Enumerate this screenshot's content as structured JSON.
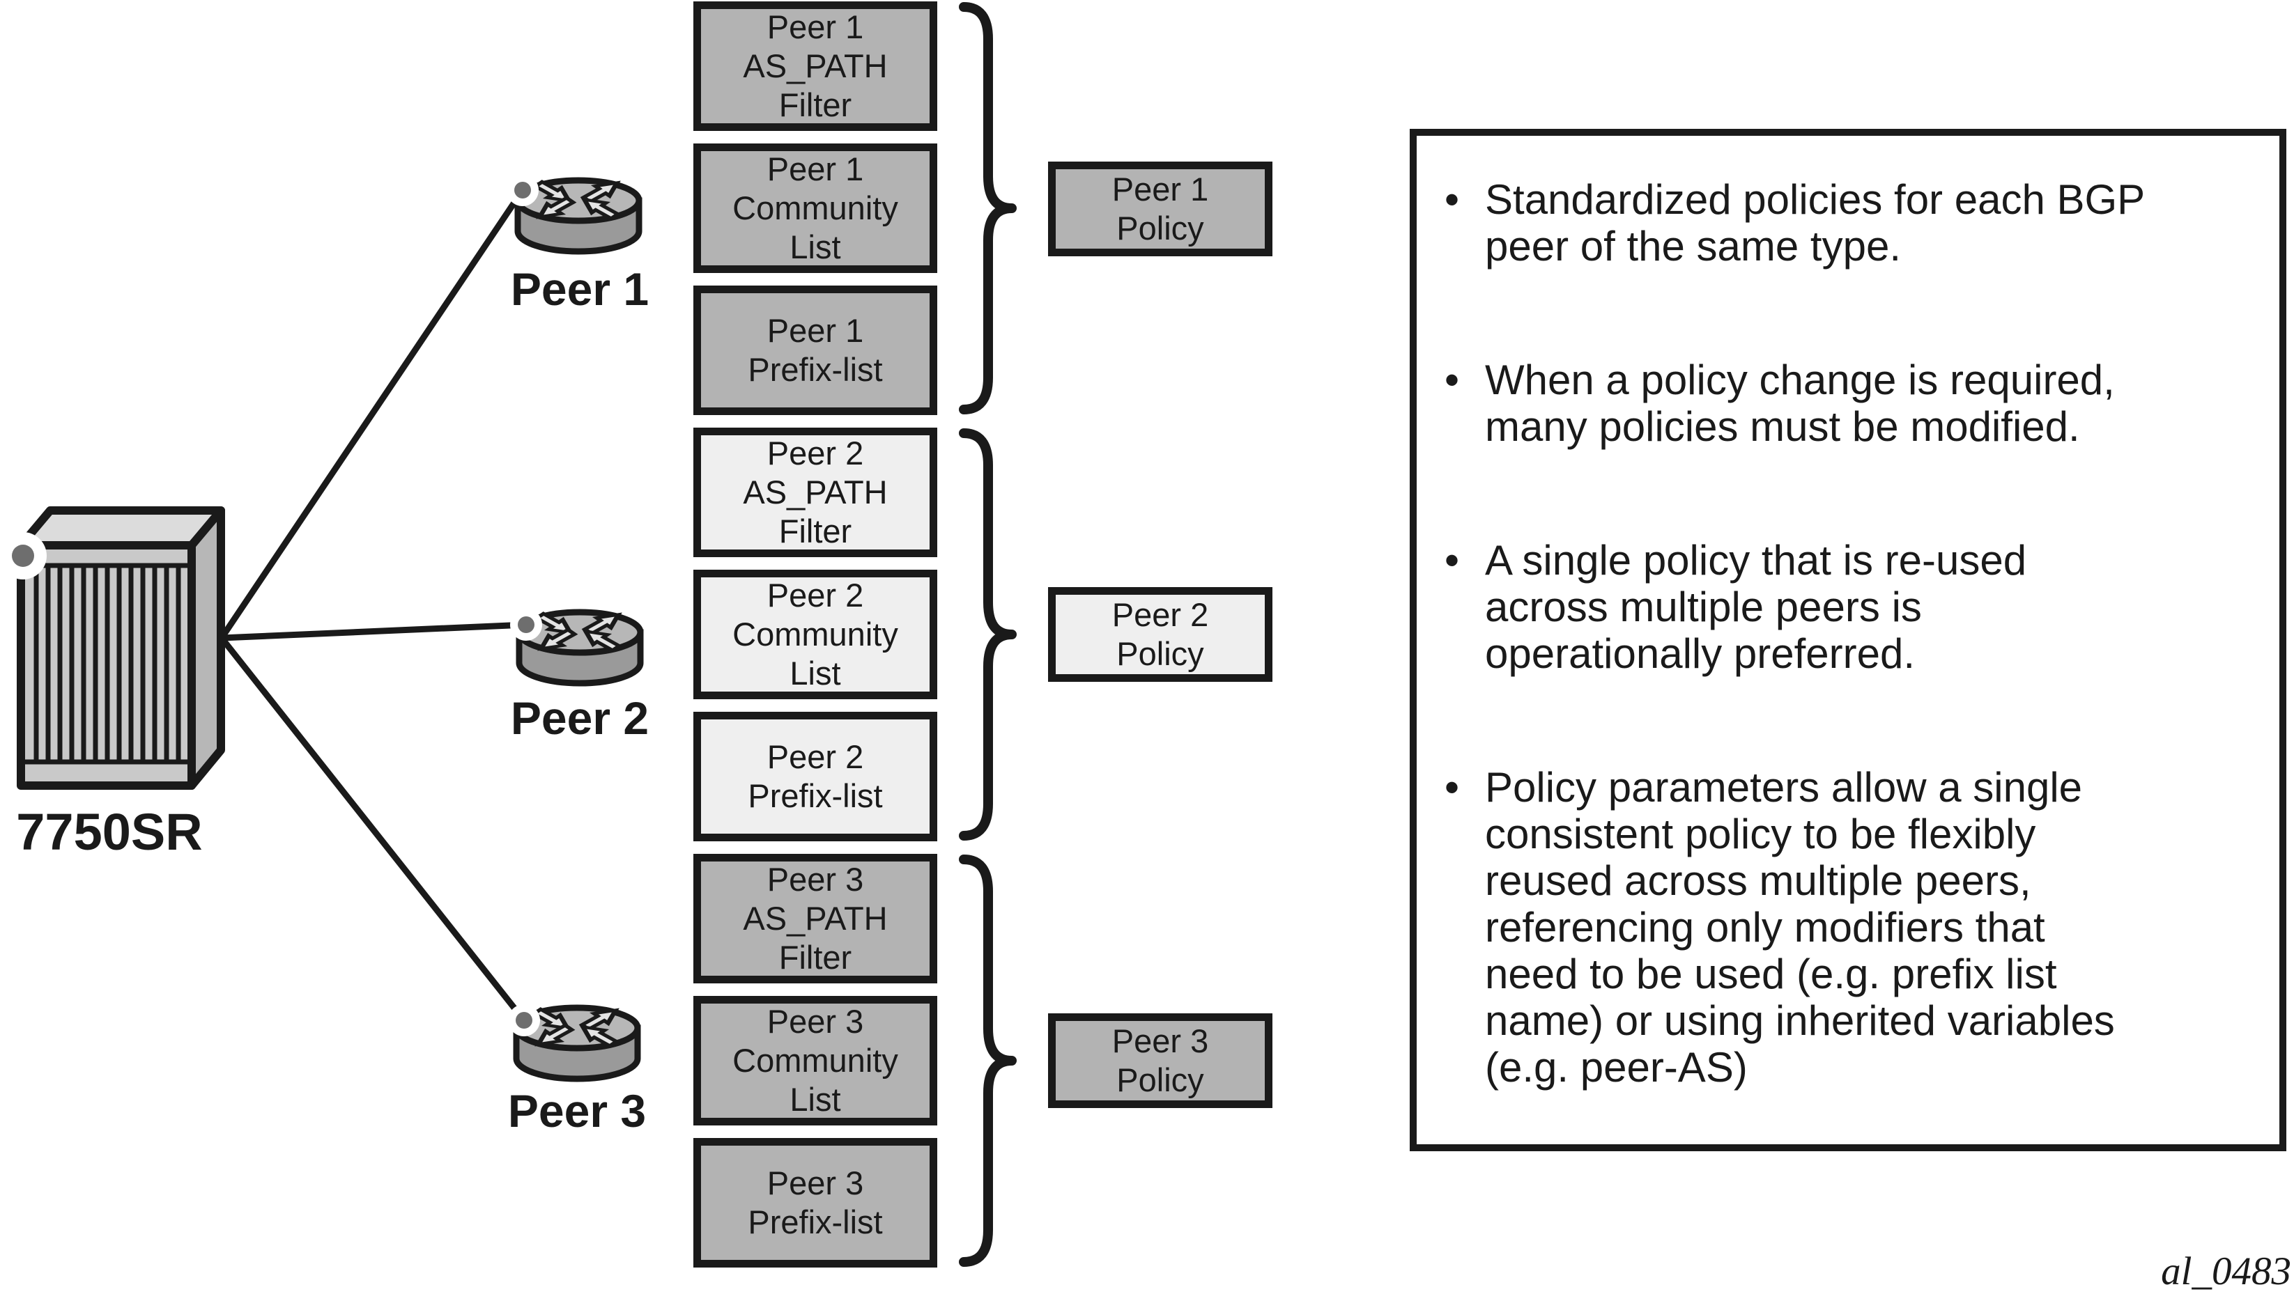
{
  "device": {
    "label": "7750SR"
  },
  "peers": [
    {
      "label": "Peer 1",
      "filters": [
        "Peer 1\nAS_PATH\nFilter",
        "Peer 1\nCommunity\nList",
        "Peer 1\nPrefix-list"
      ],
      "policy": "Peer 1\nPolicy"
    },
    {
      "label": "Peer 2",
      "filters": [
        "Peer 2\nAS_PATH\nFilter",
        "Peer 2\nCommunity\nList",
        "Peer 2\nPrefix-list"
      ],
      "policy": "Peer 2\nPolicy"
    },
    {
      "label": "Peer 3",
      "filters": [
        "Peer 3\nAS_PATH\nFilter",
        "Peer 3\nCommunity\nList",
        "Peer 3\nPrefix-list"
      ],
      "policy": "Peer 3\nPolicy"
    }
  ],
  "panel": {
    "bullets": [
      {
        "marker": "•",
        "text": "Standardized policies for each BGP\npeer of the same type."
      },
      {
        "marker": "•",
        "text": "When a policy change is required,\nmany policies must be modified."
      },
      {
        "marker": "•",
        "text": "A single policy that is re-used\nacross multiple peers is\noperationally preferred."
      },
      {
        "marker": "•",
        "text": "Policy parameters allow a single\nconsistent policy to be flexibly\nreused across multiple peers,\nreferencing only modifiers that\nneed to be used (e.g. prefix list\nname) or using inherited variables\n(e.g. peer-AS)"
      }
    ]
  },
  "figure_id": "al_0483",
  "colors": {
    "line": "#1a1a1a",
    "box_dark": "#b3b3b3",
    "box_light": "#efefef",
    "chassis_front": "#c9c9c9",
    "chassis_top": "#dcdcdc",
    "chassis_side": "#b7b7b7",
    "router_top": "#b7b7b7",
    "router_side": "#9a9a9a",
    "arrow_fill": "#e4e4e4",
    "port_dot": "#6e6e6e"
  }
}
